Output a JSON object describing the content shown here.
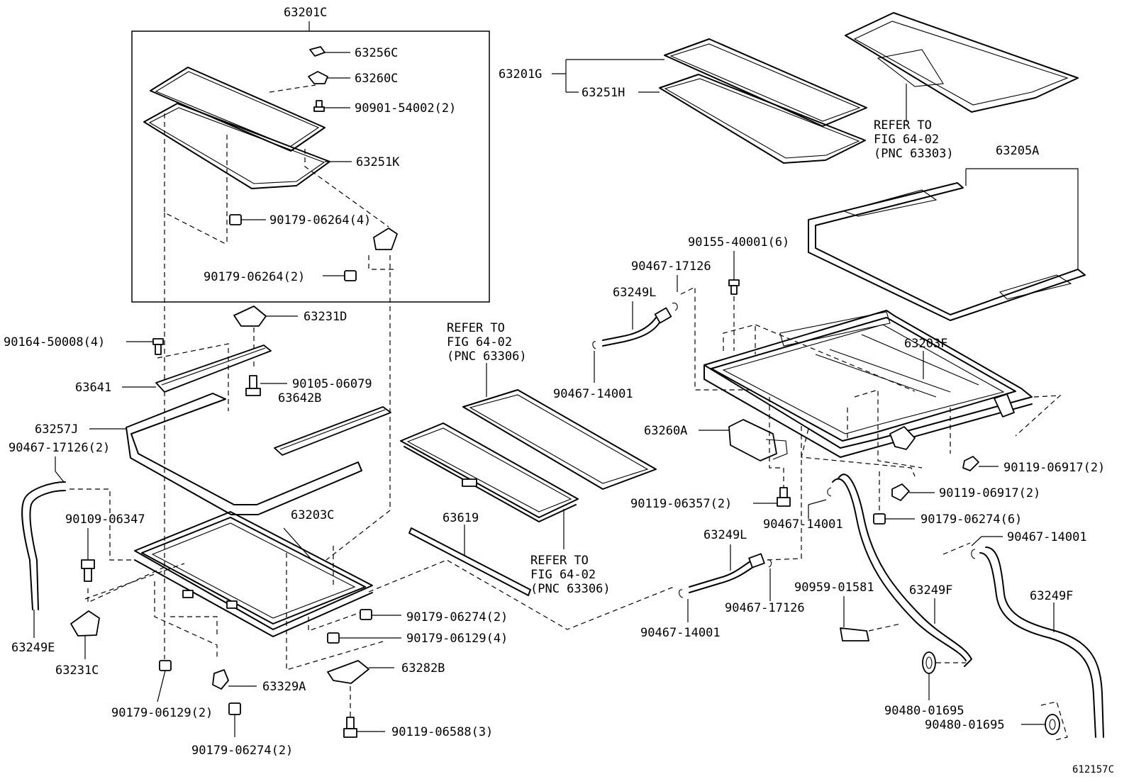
{
  "callouts": {
    "c63201C": "63201C",
    "c63256C": "63256C",
    "c63260C": "63260C",
    "c90901": "90901-54002(2)",
    "c63251K": "63251K",
    "c90179a": "90179-06264(4)",
    "c90179b": "90179-06264(2)",
    "c63231D": "63231D",
    "c90164": "90164-50008(4)",
    "c63641": "63641",
    "c90105": "90105-06079",
    "c63642B": "63642B",
    "c63257J": "63257J",
    "c90467a": "90467-17126(2)",
    "c90109": "90109-06347",
    "c63203C": "63203C",
    "c63249E": "63249E",
    "c63231C": "63231C",
    "c90179c": "90179-06129(2)",
    "c90179d": "90179-06274(2)",
    "c63329A": "63329A",
    "c63282B": "63282B",
    "c90119a": "90119-06588(3)",
    "c90179e": "90179-06129(4)",
    "c90179f": "90179-06274(2)",
    "c63619": "63619",
    "c63201G": "63201G",
    "c63251H": "63251H",
    "c63205A": "63205A",
    "c90155": "90155-40001(6)",
    "c90467b": "90467-17126",
    "c63249La": "63249L",
    "c90467c": "90467-14001",
    "c63203F": "63203F",
    "c63260A": "63260A",
    "c90119b": "90119-06357(2)",
    "c90467d": "90467-14001",
    "c90119c": "90119-06917(2)",
    "c90119d": "90119-06917(2)",
    "c90179g": "90179-06274(6)",
    "c90467e": "90467-14001",
    "c63249Lb": "63249L",
    "c90467f": "90467-17126",
    "c90959": "90959-01581",
    "c63249Fa": "63249F",
    "c63249Fb": "63249F",
    "c90467g": "90467-14001",
    "c90480a": "90480-01695",
    "c90480b": "90480-01695"
  },
  "references": {
    "ref1": [
      "REFER TO",
      "FIG 64-02",
      "(PNC 63303)"
    ],
    "ref2": [
      "REFER TO",
      "FIG 64-02",
      "(PNC 63306)"
    ],
    "ref3": [
      "REFER TO",
      "FIG 64-02",
      "(PNC 63306)"
    ]
  },
  "figure_id": "612157C"
}
